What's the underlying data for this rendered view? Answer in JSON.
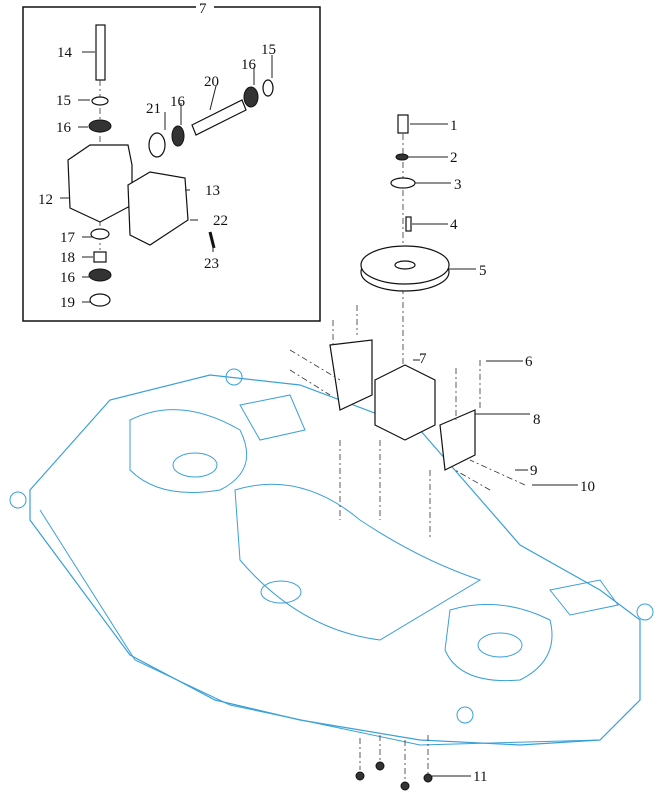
{
  "diagram": {
    "title": "Mower deck gearbox and spindle assembly exploded view",
    "inset": {
      "assembly_label": "7",
      "callouts": [
        "14",
        "15",
        "16",
        "21",
        "16",
        "20",
        "16",
        "15",
        "12",
        "13",
        "22",
        "17",
        "23",
        "18",
        "16",
        "19"
      ]
    },
    "callouts": [
      "1",
      "2",
      "3",
      "4",
      "5",
      "6",
      "7",
      "8",
      "9",
      "10",
      "11"
    ],
    "colors": {
      "deck": "#3aa0d8",
      "lines": "#111111"
    }
  }
}
